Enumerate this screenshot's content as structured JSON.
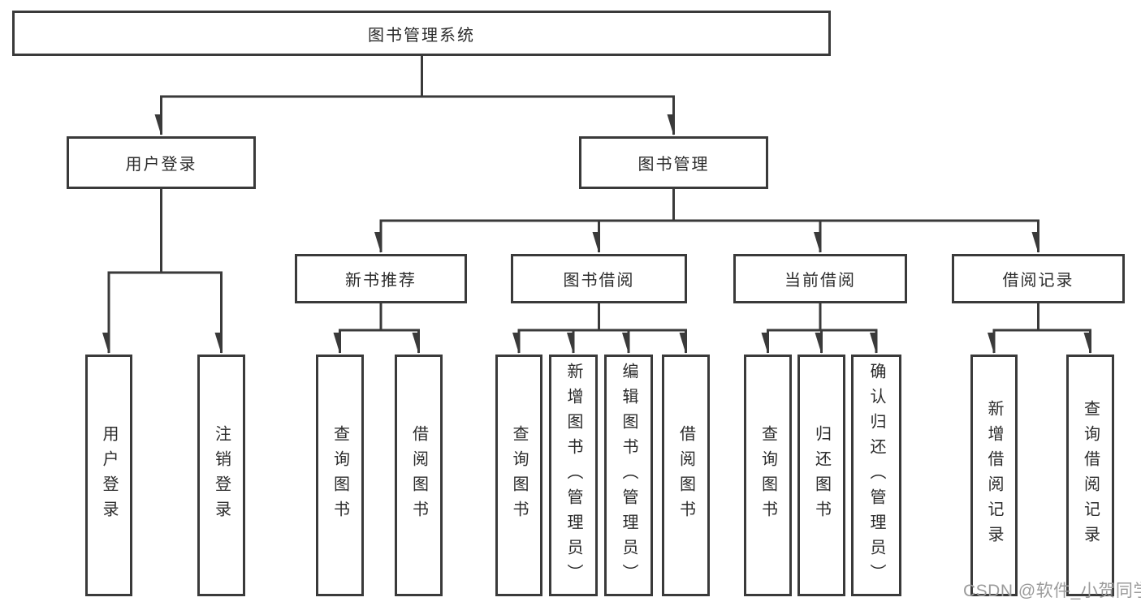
{
  "nodes": {
    "root": "图书管理系统",
    "user_login": "用户登录",
    "book_management": "图书管理",
    "new_book_recommend": "新书推荐",
    "book_borrowing": "图书借阅",
    "current_borrowing": "当前借阅",
    "borrowing_records": "借阅记录",
    "ul_user_login": "用户登录",
    "ul_logout": "注销登录",
    "nr_query_books": "查询图书",
    "nr_borrow_books": "借阅图书",
    "bb_query_books": "查询图书",
    "bb_add_books_admin": "新增图书（管理员）",
    "bb_edit_books_admin": "编辑图书（管理员）",
    "bb_borrow_books": "借阅图书",
    "cb_query_books": "查询图书",
    "cb_return_books": "归还图书",
    "cb_confirm_return_admin": "确认归还（管理员）",
    "br_add_record": "新增借阅记录",
    "br_query_record": "查询借阅记录"
  },
  "watermark": "CSDN @软件_小贺同学",
  "colors": {
    "line": "#3a3a3a",
    "text": "#2b2b2b",
    "watermark": "#9b9b9b",
    "background": "#ffffff"
  }
}
